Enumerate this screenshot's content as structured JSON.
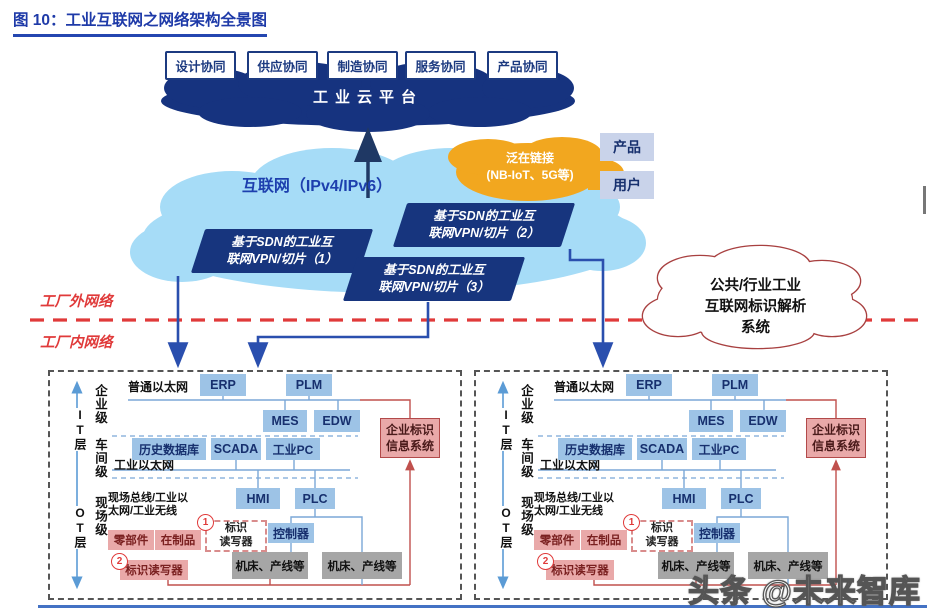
{
  "title": "图 10：工业互联网之网络架构全景图",
  "colors": {
    "title_blue": "#1e3aa8",
    "dark_cloud": "#16337f",
    "light_cloud": "#a6dcf7",
    "orange_cloud": "#f2a71f",
    "red_accent": "#e03a3a",
    "node_blue": "#9dc3e6",
    "node_pink": "#e9a9a9",
    "node_gray": "#a6a6a6"
  },
  "cloud_platform": {
    "label": "工业云平台",
    "boxes": [
      "设计协同",
      "供应协同",
      "制造协同",
      "服务协同",
      "产品协同"
    ]
  },
  "internet_cloud": {
    "label": "互联网（IPv4/IPv6）"
  },
  "ubiquitous": {
    "line1": "泛在链接",
    "line2": "(NB-IoT、5G等)"
  },
  "endpoints": {
    "product": "产品",
    "user": "用户"
  },
  "sdn_slices": [
    {
      "line1": "基于SDN的工业互",
      "line2": "联网VPN/切片（1）"
    },
    {
      "line1": "基于SDN的工业互",
      "line2": "联网VPN/切片（2）"
    },
    {
      "line1": "基于SDN的工业互",
      "line2": "联网VPN/切片（3）"
    }
  ],
  "resolution_cloud": {
    "line1": "公共/行业工业",
    "line2": "互联网标识解析",
    "line3": "系统"
  },
  "zones": {
    "outside": "工厂外网络",
    "inside": "工厂内网络"
  },
  "factory": {
    "layers": {
      "it": "IT层",
      "ot": "OT层"
    },
    "levels": {
      "enterprise": "企业级",
      "workshop": "车间级",
      "field": "现场级"
    },
    "networks": {
      "plain_ethernet": "普通以太网",
      "industrial_ethernet": "工业以太网",
      "fieldbus_line1": "现场总线/工业以",
      "fieldbus_line2": "太网/工业无线"
    },
    "nodes": {
      "erp": "ERP",
      "plm": "PLM",
      "mes": "MES",
      "edw": "EDW",
      "historian": "历史数据库",
      "scada": "SCADA",
      "industrial_pc": "工业PC",
      "hmi": "HMI",
      "plc": "PLC",
      "controller": "控制器"
    },
    "id_system": {
      "line1": "企业标识",
      "line2": "信息系统"
    },
    "materials": {
      "parts": "零部件",
      "wip": "在制品"
    },
    "reader1": {
      "num": "1",
      "line1": "标识",
      "line2": "读写器"
    },
    "reader2": {
      "num": "2",
      "label": "标识读写器"
    },
    "machines": "机床、产线等"
  },
  "watermark": "头条 @未来智库"
}
